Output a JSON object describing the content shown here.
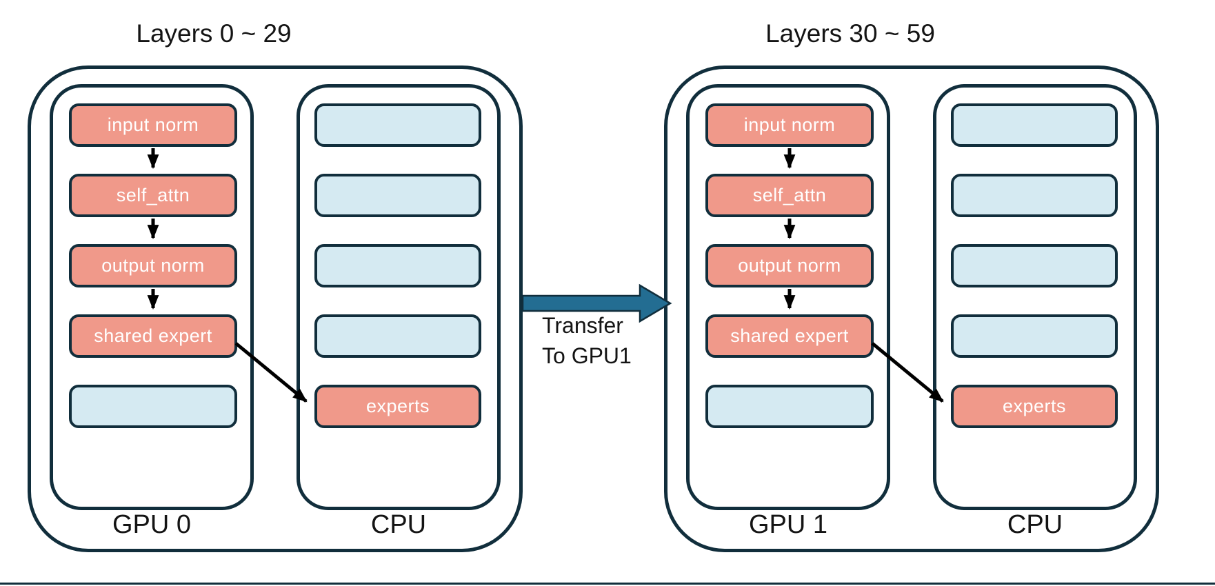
{
  "colors": {
    "navy": "#112e3c",
    "salmon": "#f0998a",
    "lightblue": "#d5eaf2",
    "teal": "#236d92",
    "ink": "#141414"
  },
  "groups": [
    {
      "title": "Layers 0 ~ 29",
      "gpu": {
        "label": "GPU 0",
        "boxes": [
          {
            "label": "input norm",
            "state": "active"
          },
          {
            "label": "self_attn",
            "state": "active"
          },
          {
            "label": "output norm",
            "state": "active"
          },
          {
            "label": "shared expert",
            "state": "active"
          },
          {
            "label": "",
            "state": "empty"
          }
        ]
      },
      "cpu": {
        "label": "CPU",
        "boxes": [
          {
            "label": "",
            "state": "empty"
          },
          {
            "label": "",
            "state": "empty"
          },
          {
            "label": "",
            "state": "empty"
          },
          {
            "label": "",
            "state": "empty"
          },
          {
            "label": "experts",
            "state": "active"
          }
        ]
      }
    },
    {
      "title": "Layers 30 ~ 59",
      "gpu": {
        "label": "GPU 1",
        "boxes": [
          {
            "label": "input norm",
            "state": "active"
          },
          {
            "label": "self_attn",
            "state": "active"
          },
          {
            "label": "output norm",
            "state": "active"
          },
          {
            "label": "shared expert",
            "state": "active"
          },
          {
            "label": "",
            "state": "empty"
          }
        ]
      },
      "cpu": {
        "label": "CPU",
        "boxes": [
          {
            "label": "",
            "state": "empty"
          },
          {
            "label": "",
            "state": "empty"
          },
          {
            "label": "",
            "state": "empty"
          },
          {
            "label": "",
            "state": "empty"
          },
          {
            "label": "experts",
            "state": "active"
          }
        ]
      }
    }
  ],
  "transfer": {
    "line1": "Transfer",
    "line2": "To GPU1"
  }
}
